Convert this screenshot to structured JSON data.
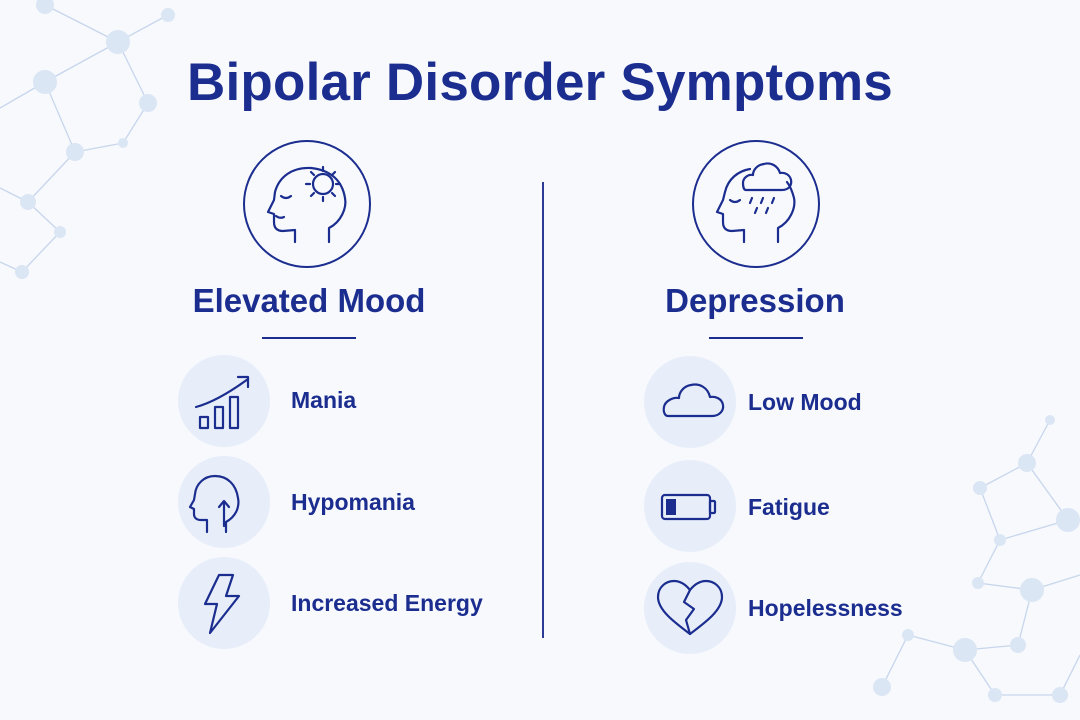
{
  "title": "Bipolar Disorder Symptoms",
  "colors": {
    "primary": "#1b2d8f",
    "background": "#f7f9fd",
    "icon_bg": "#e7eef9",
    "network": "#c7d6ec"
  },
  "left": {
    "heading": "Elevated Mood",
    "hero_icon": "head-with-sun-icon",
    "items": [
      {
        "label": "Mania",
        "icon": "rising-chart-icon"
      },
      {
        "label": "Hypomania",
        "icon": "head-arrow-up-icon"
      },
      {
        "label": "Increased Energy",
        "icon": "lightning-bolt-icon"
      }
    ]
  },
  "right": {
    "heading": "Depression",
    "hero_icon": "head-with-rain-cloud-icon",
    "items": [
      {
        "label": "Low Mood",
        "icon": "cloud-icon"
      },
      {
        "label": "Fatigue",
        "icon": "low-battery-icon"
      },
      {
        "label": "Hopelessness",
        "icon": "broken-heart-icon"
      }
    ]
  }
}
